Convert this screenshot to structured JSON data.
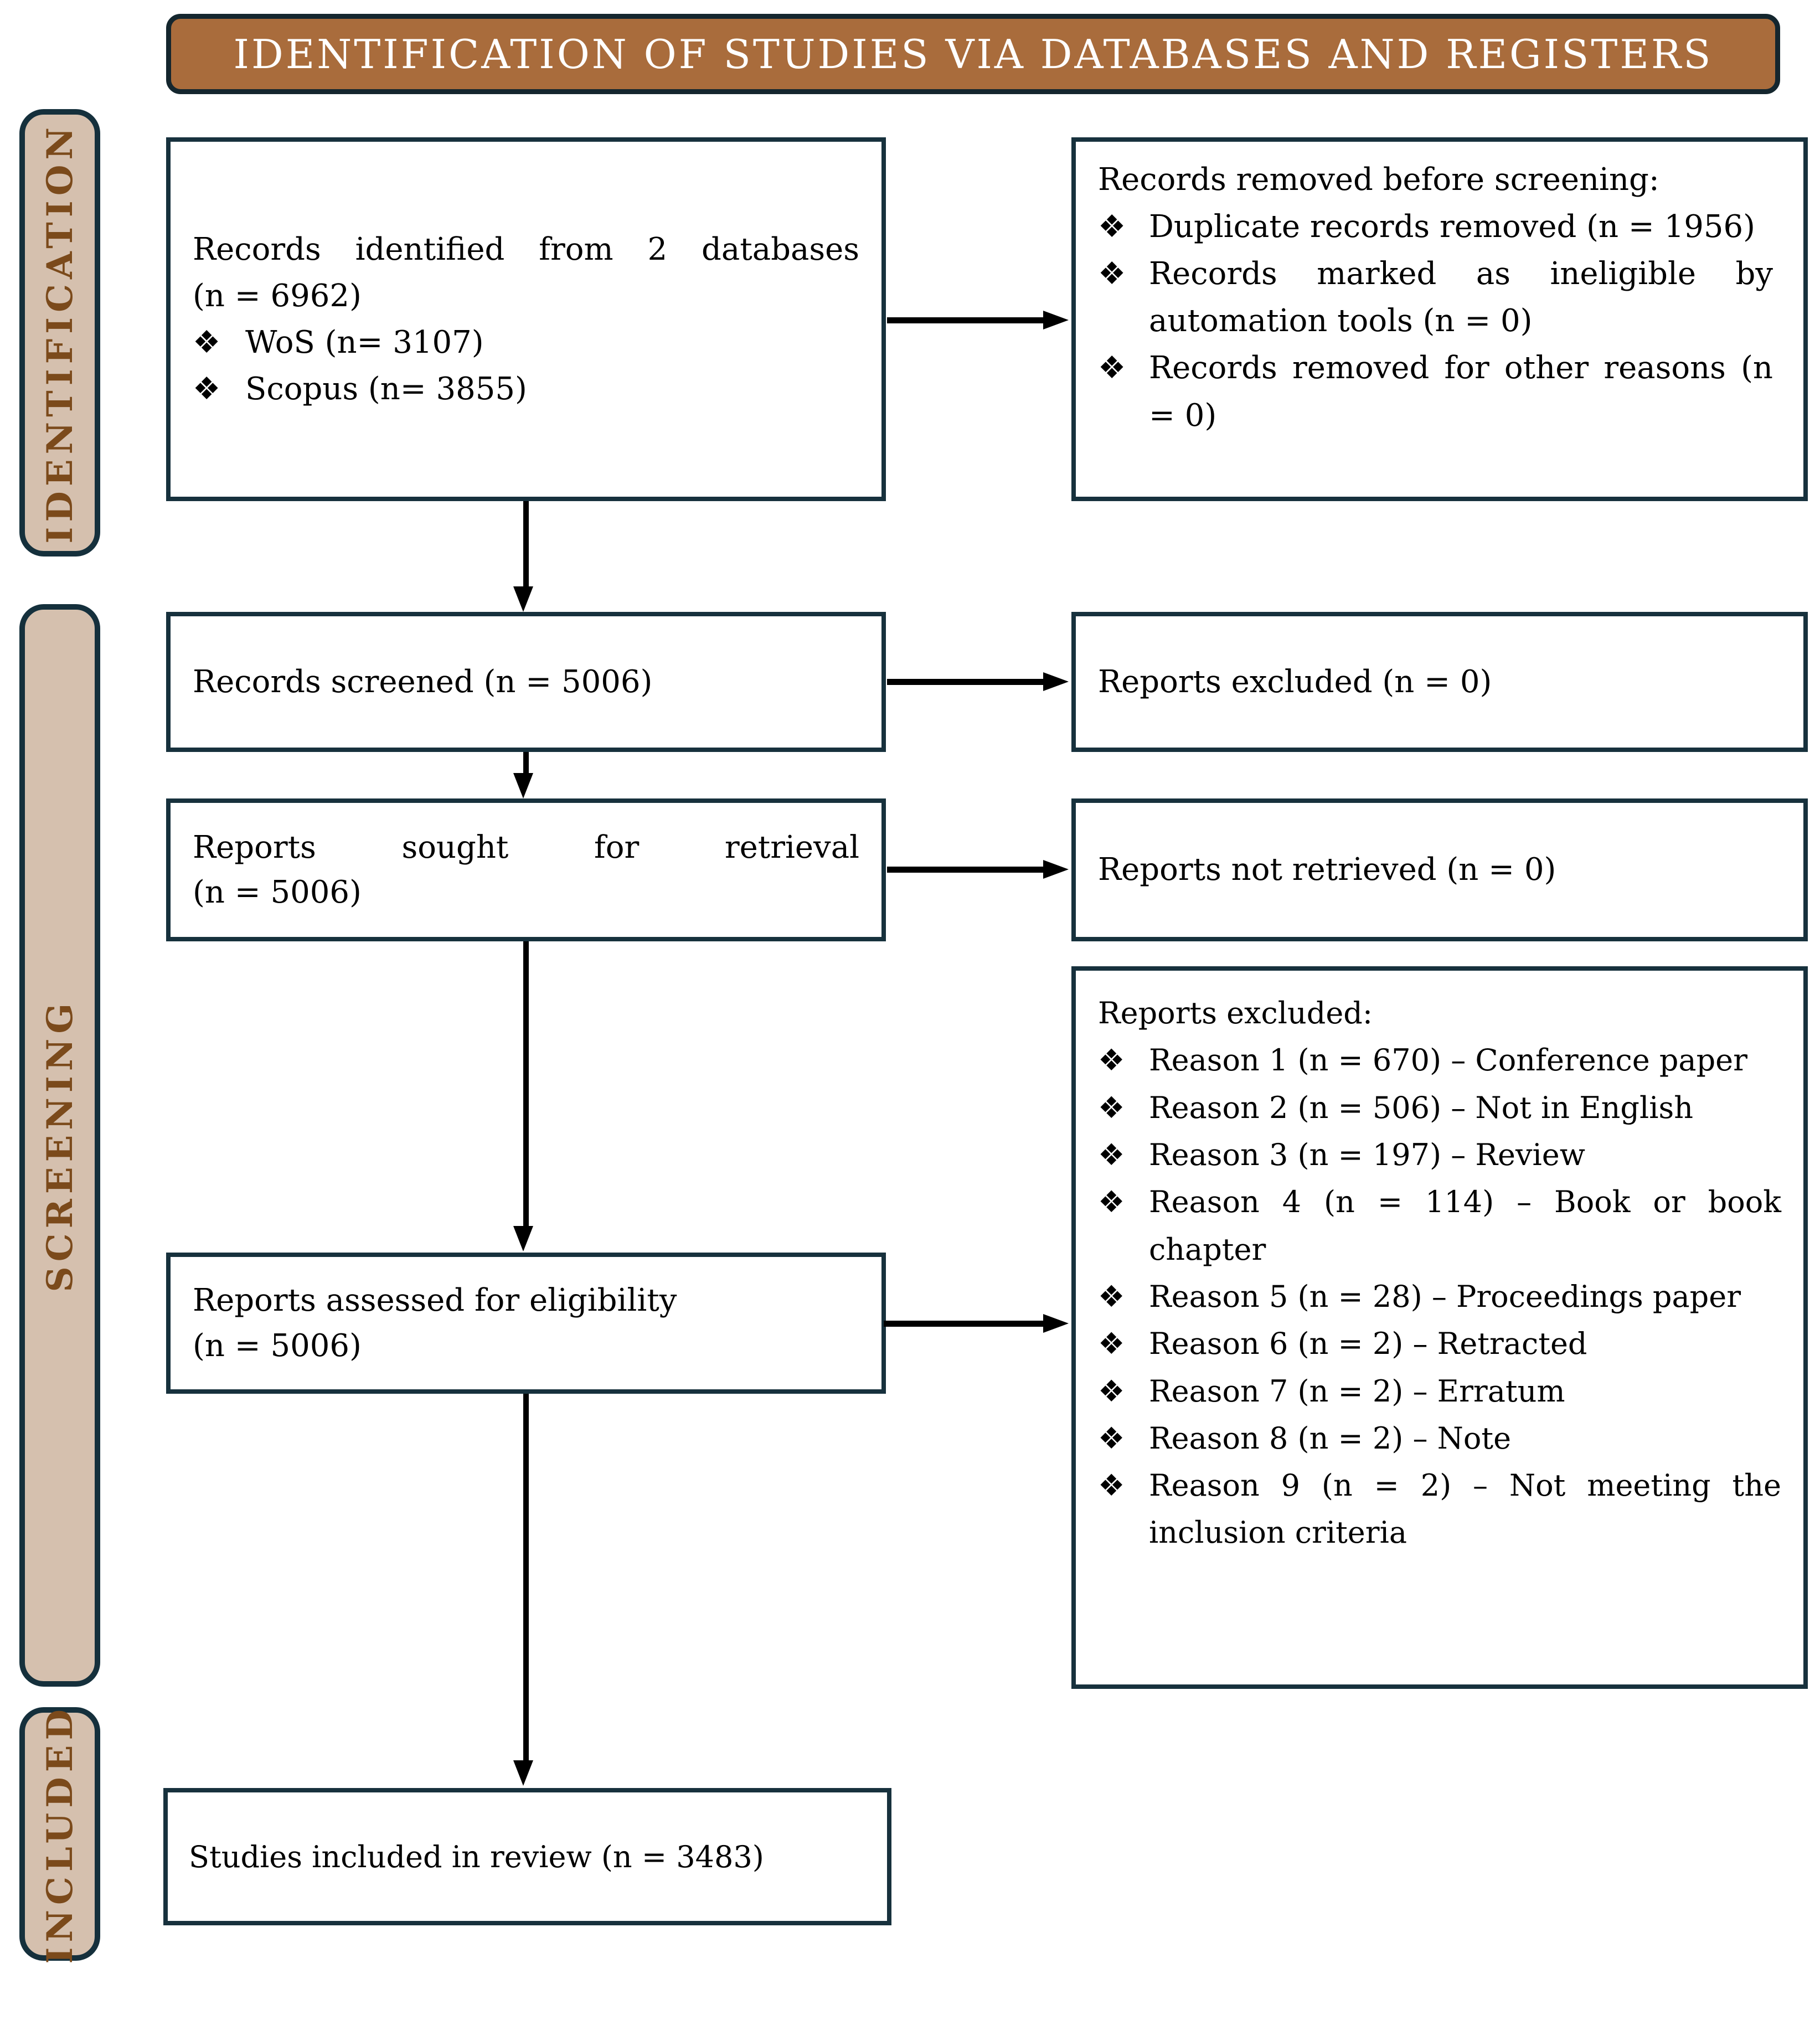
{
  "diagram_title": "IDENTIFICATION OF STUDIES VIA DATABASES AND REGISTERS",
  "glyph": "❖",
  "stages": {
    "identification": "IDENTIFICATION",
    "screening": "SCREENING",
    "included": "INCLUDED"
  },
  "boxes": {
    "identified": {
      "heading": "Records identified from 2 databases",
      "count": "(n = 6962)",
      "items": [
        "WoS (n= 3107)",
        "Scopus (n= 3855)"
      ]
    },
    "removed": {
      "heading": "Records removed before screening:",
      "items": [
        "Duplicate records removed (n = 1956)",
        "Records marked as ineligible by automation tools (n = 0)",
        "Records removed for other reasons (n = 0)"
      ]
    },
    "screened": {
      "text": "Records screened (n = 5006)"
    },
    "reports_excluded": {
      "text": "Reports excluded (n = 0)"
    },
    "sought": {
      "heading": "Reports sought for retrieval",
      "count": "(n = 5006)"
    },
    "not_retrieved": {
      "text": "Reports not retrieved (n = 0)"
    },
    "assessed": {
      "heading": "Reports assessed for eligibility",
      "count": "(n = 5006)"
    },
    "excluded_reasons": {
      "heading": "Reports excluded:",
      "items": [
        "Reason 1 (n = 670) – Conference paper",
        "Reason 2 (n = 506) – Not in English",
        "Reason 3 (n = 197) – Review",
        "Reason 4 (n = 114) – Book or book chapter",
        "Reason 5 (n = 28) – Proceedings paper",
        "Reason 6 (n = 2) – Retracted",
        "Reason 7 (n = 2) – Erratum",
        "Reason 8 (n = 2) – Note",
        "Reason 9 (n = 2) – Not meeting the inclusion criteria"
      ]
    },
    "included": {
      "text": "Studies included in review (n = 3483)"
    }
  },
  "colors": {
    "banner_bg": "#a96c3c",
    "sidebar_bg": "#d5c0ae",
    "sidebar_text": "#7b4a1b",
    "box_border": "#17313d",
    "arrow": "#000000",
    "banner_text": "#ffffff"
  }
}
